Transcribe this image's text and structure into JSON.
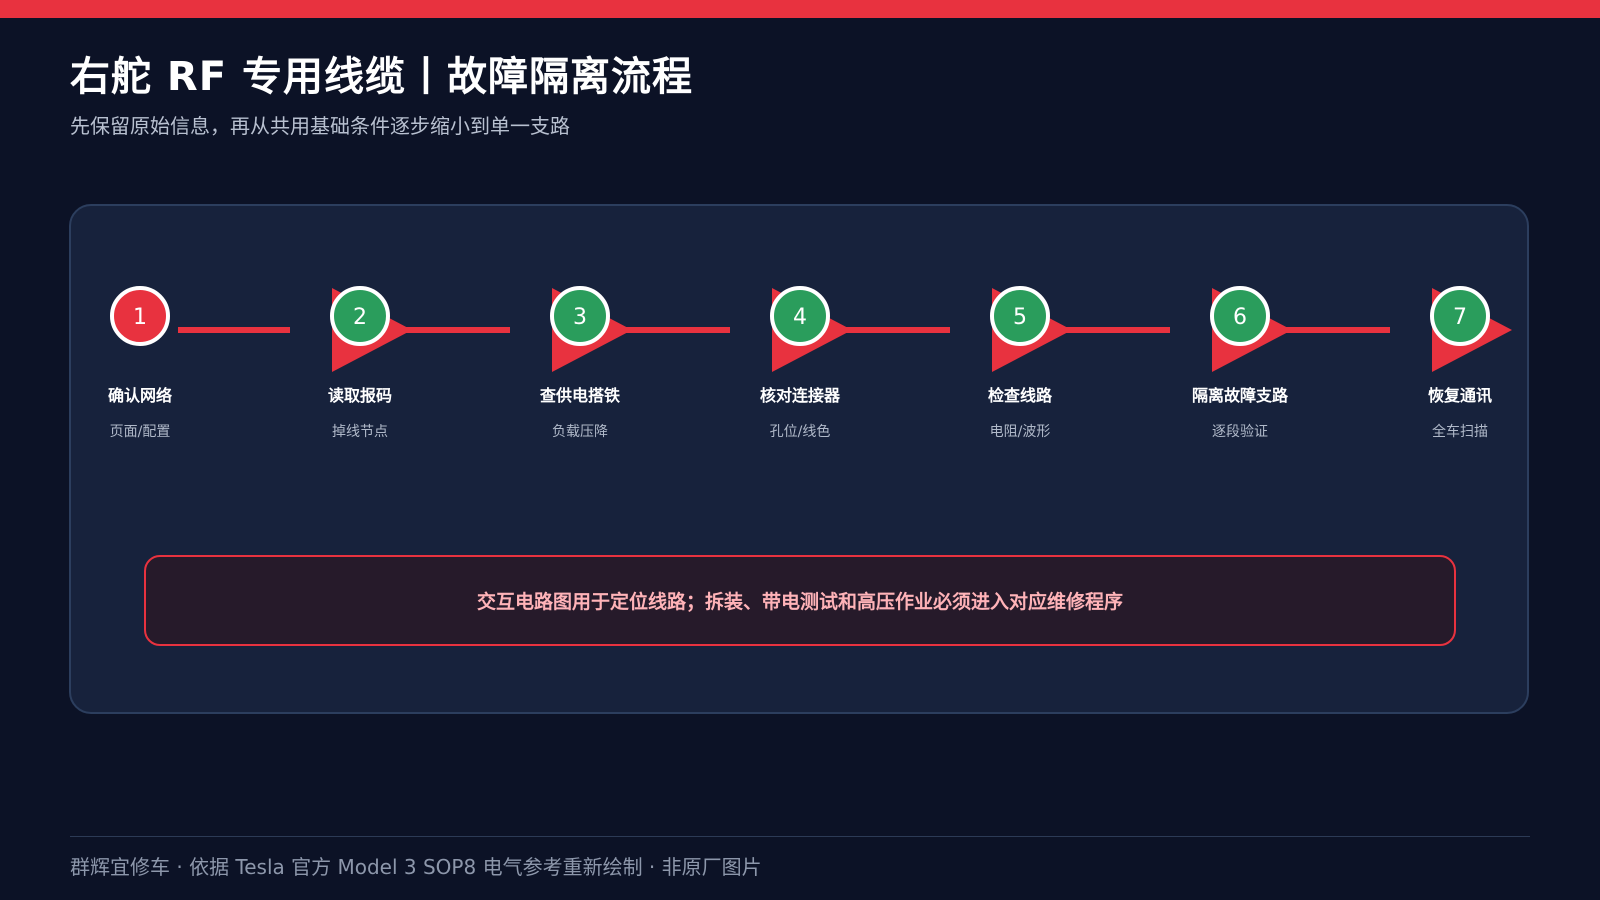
{
  "colors": {
    "accent": "#e8323f",
    "done": "#2a9d5c",
    "panel": "#17223c",
    "background": "#0c1226"
  },
  "header": {
    "title": "右舵 RF 专用线缆丨故障隔离流程",
    "subtitle": "先保留原始信息，再从共用基础条件逐步缩小到单一支路"
  },
  "flow": {
    "steps": [
      {
        "num": "1",
        "label": "确认网络",
        "sub": "页面/配置",
        "state": "current"
      },
      {
        "num": "2",
        "label": "读取报码",
        "sub": "掉线节点",
        "state": "done"
      },
      {
        "num": "3",
        "label": "查供电搭铁",
        "sub": "负载压降",
        "state": "done"
      },
      {
        "num": "4",
        "label": "核对连接器",
        "sub": "孔位/线色",
        "state": "done"
      },
      {
        "num": "5",
        "label": "检查线路",
        "sub": "电阻/波形",
        "state": "done"
      },
      {
        "num": "6",
        "label": "隔离故障支路",
        "sub": "逐段验证",
        "state": "done"
      },
      {
        "num": "7",
        "label": "恢复通讯",
        "sub": "全车扫描",
        "state": "done"
      }
    ]
  },
  "warning": {
    "text": "交互电路图用于定位线路；拆装、带电测试和高压作业必须进入对应维修程序"
  },
  "footer": {
    "text": "群辉宜修车 · 依据 Tesla 官方 Model 3 SOP8 电气参考重新绘制 · 非原厂图片"
  }
}
